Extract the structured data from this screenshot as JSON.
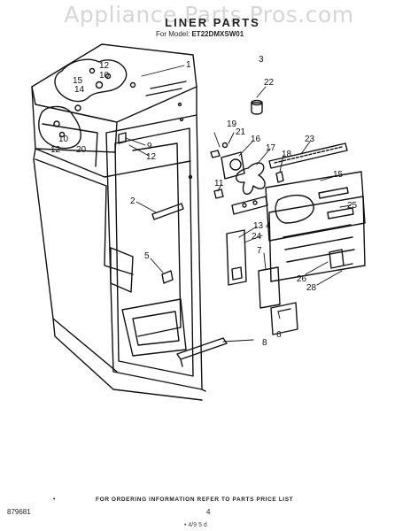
{
  "watermark": "Appliance Parts Pros.com",
  "header": {
    "title": "LINER PARTS",
    "model_prefix": "For Model:",
    "model": "ET22DMXSW01"
  },
  "callouts": [
    "1",
    "2",
    "3",
    "4",
    "5",
    "6",
    "7",
    "8",
    "9",
    "10",
    "10",
    "11",
    "12",
    "12",
    "12",
    "13",
    "14",
    "15",
    "15",
    "16",
    "17",
    "18",
    "19",
    "20",
    "21",
    "22",
    "23",
    "24",
    "25",
    "26",
    "28"
  ],
  "footer": {
    "bullet": "•",
    "note": "FOR ORDERING INFORMATION REFER TO PARTS PRICE LIST",
    "doc_number": "879681",
    "page_number": "4",
    "scribble": "• 4/9 5 d"
  }
}
